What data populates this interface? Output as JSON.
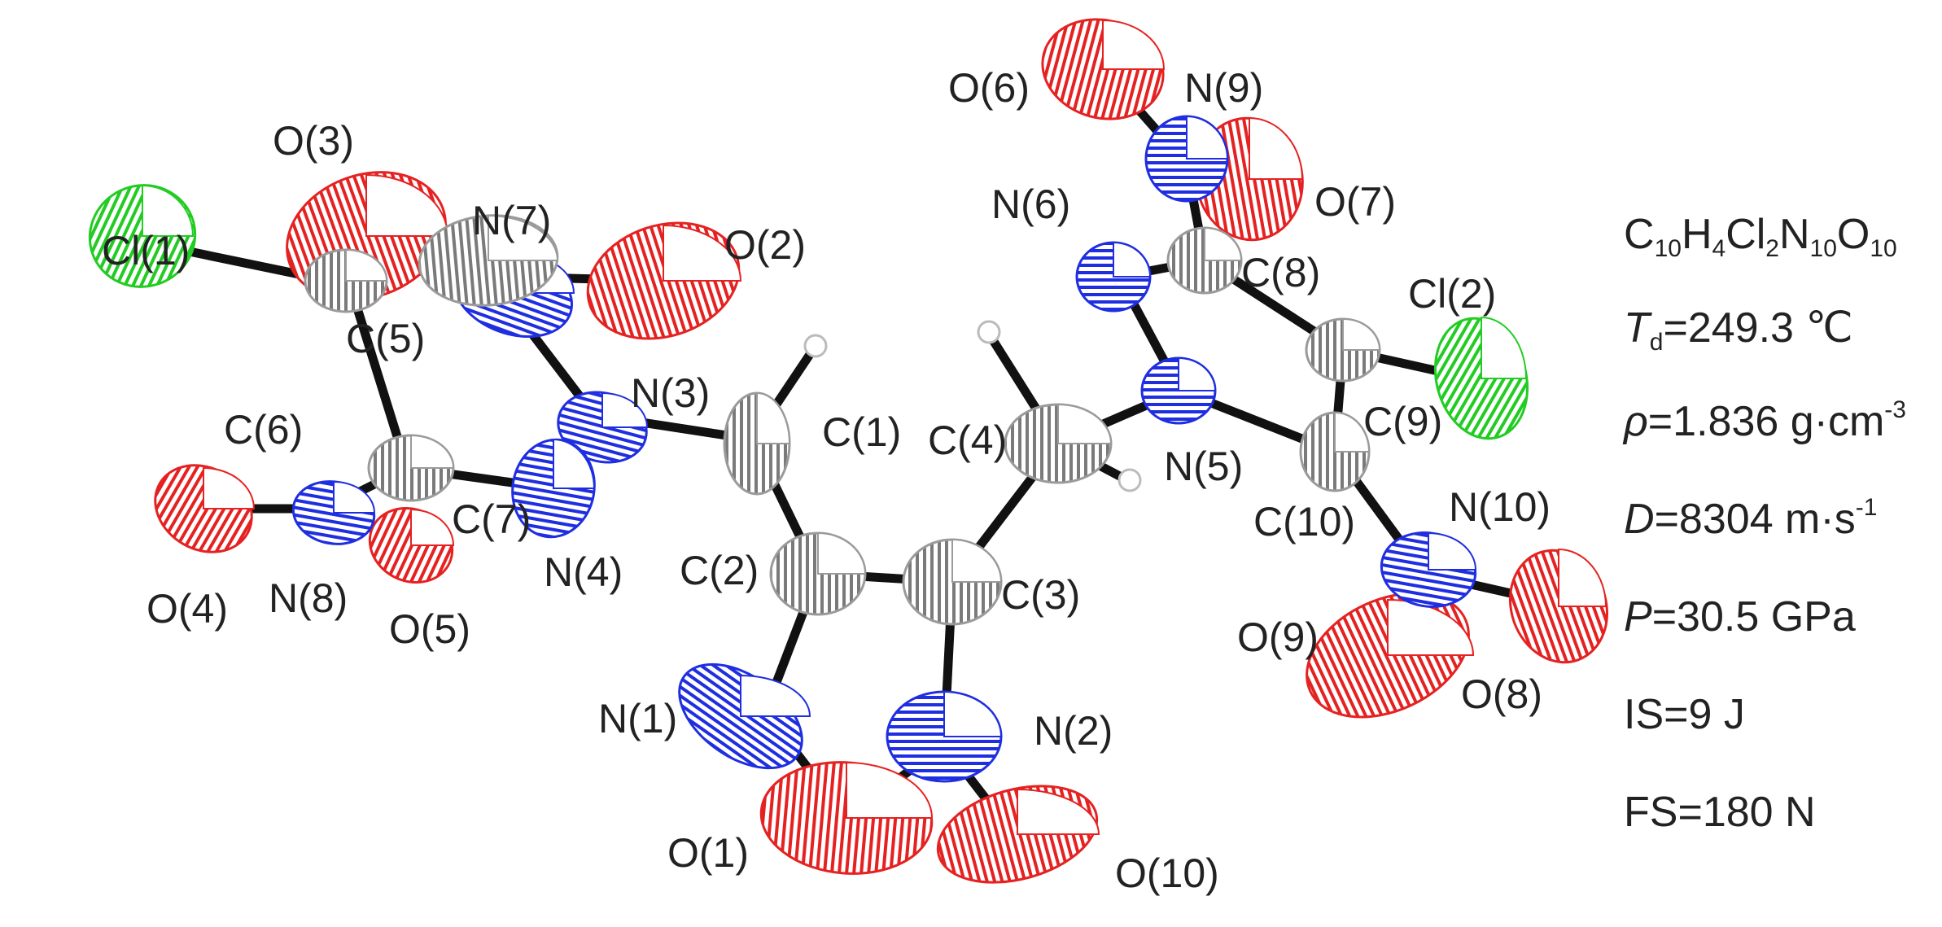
{
  "molecule": {
    "colors": {
      "C": "#9a9a9a",
      "N": "#1f2ee0",
      "O": "#e52222",
      "Cl": "#22cc22",
      "H": "#bbbbbb",
      "bond": "#111111"
    },
    "atom_labels": {
      "C1": "C(1)",
      "C2": "C(2)",
      "C3": "C(3)",
      "C4": "C(4)",
      "C5": "C(5)",
      "C6": "C(6)",
      "C7": "C(7)",
      "C8": "C(8)",
      "C9": "C(9)",
      "C10": "C(10)",
      "N1": "N(1)",
      "N2": "N(2)",
      "N3": "N(3)",
      "N4": "N(4)",
      "N5": "N(5)",
      "N6": "N(6)",
      "N7": "N(7)",
      "N8": "N(8)",
      "N9": "N(9)",
      "N10": "N(10)",
      "O1": "O(1)",
      "O2": "O(2)",
      "O3": "O(3)",
      "O4": "O(4)",
      "O5": "O(5)",
      "O6": "O(6)",
      "O7": "O(7)",
      "O8": "O(8)",
      "O9": "O(9)",
      "O10": "O(10)",
      "Cl1": "Cl(1)",
      "Cl2": "Cl(2)"
    }
  },
  "properties": {
    "formula": [
      {
        "t": "C",
        "sub": false
      },
      {
        "t": "10",
        "sub": true
      },
      {
        "t": "H",
        "sub": false
      },
      {
        "t": "4",
        "sub": true
      },
      {
        "t": "Cl",
        "sub": false
      },
      {
        "t": "2",
        "sub": true
      },
      {
        "t": "N",
        "sub": false
      },
      {
        "t": "10",
        "sub": true
      },
      {
        "t": "O",
        "sub": false
      },
      {
        "t": "10",
        "sub": true
      }
    ],
    "td": {
      "symbol": "T",
      "sub": "d",
      "value": "=249.3 ℃"
    },
    "rho": {
      "symbol": "ρ",
      "value": "=1.836 g·cm",
      "sup": "-3"
    },
    "d": {
      "symbol": "D",
      "value": "=8304 m·s",
      "sup": "-1"
    },
    "p": {
      "symbol": "P",
      "value": "=30.5 GPa"
    },
    "is": "IS=9 J",
    "fs": "FS=180 N"
  }
}
